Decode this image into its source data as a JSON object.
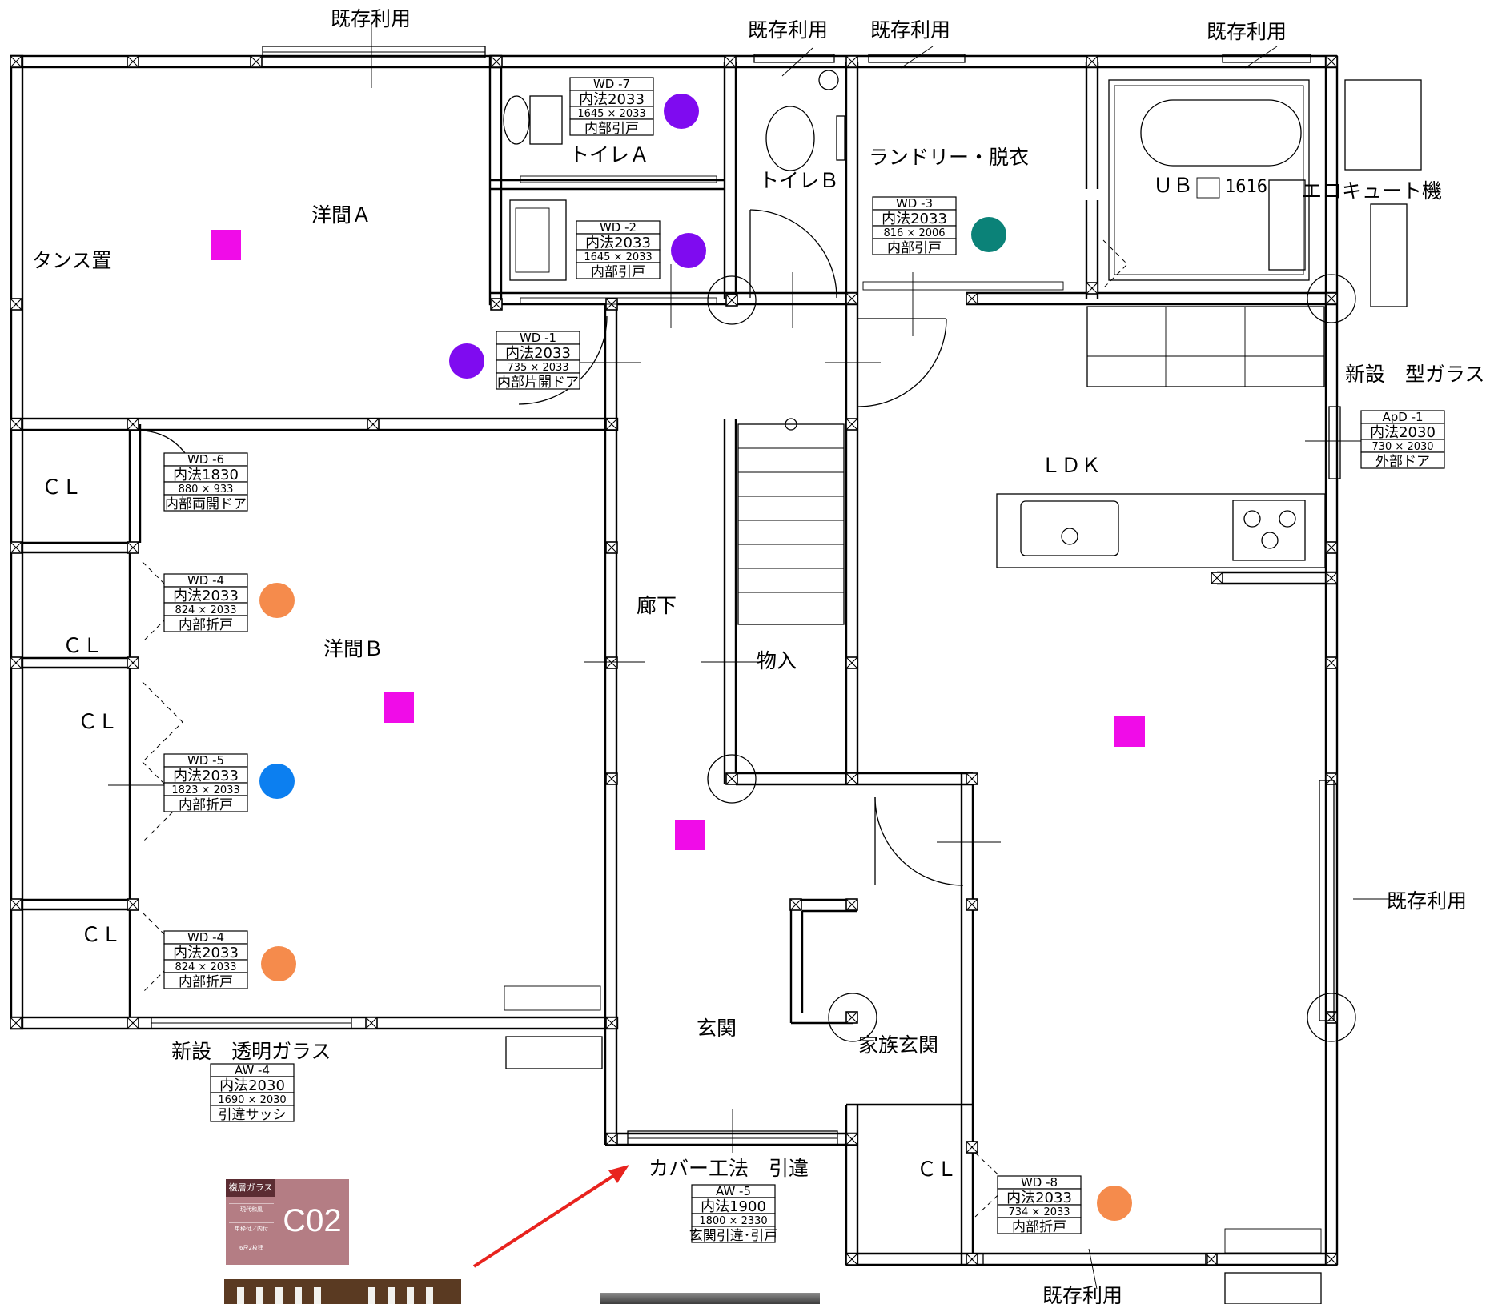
{
  "labels": {
    "existing_top_left": "既存利用",
    "existing_toilet_a": "既存利用",
    "existing_laundry": "既存利用",
    "existing_ub": "既存利用",
    "existing_right": "既存利用",
    "existing_bottom": "既存利用",
    "room_a": "洋間Ａ",
    "tansu": "タンス置",
    "toilet_a": "トイレＡ",
    "toilet_b": "トイレＢ",
    "laundry": "ランドリー・脱衣",
    "ub": "ＵＢ",
    "ub_size": "1616",
    "ecocute": "エコキュート機",
    "new_patterned_glass": "新設　型ガラス",
    "ldk": "ＬＤＫ",
    "cl_1": "ＣＬ",
    "cl_2": "ＣＬ",
    "cl_3": "ＣＬ",
    "cl_4": "ＣＬ",
    "cl_5": "ＣＬ",
    "room_b": "洋間Ｂ",
    "hallway": "廊下",
    "storage": "物入",
    "entrance": "玄関",
    "family_entrance": "家族玄関",
    "new_clear_glass": "新設　透明ガラス",
    "cover_method": "カバー工法　引違"
  },
  "tags": {
    "wd7": {
      "code": "WD -7",
      "dim": "内法2033",
      "size": "1645 × 2033",
      "type": "内部引戸"
    },
    "wd2": {
      "code": "WD -2",
      "dim": "内法2033",
      "size": "1645 × 2033",
      "type": "内部引戸"
    },
    "wd3": {
      "code": "WD -3",
      "dim": "内法2033",
      "size": "816 × 2006",
      "type": "内部引戸"
    },
    "wd1": {
      "code": "WD -1",
      "dim": "内法2033",
      "size": "735 × 2033",
      "type": "内部片開ドア"
    },
    "apd1": {
      "code": "ApD -1",
      "dim": "内法2030",
      "size": "730 × 2030",
      "type": "外部ドア"
    },
    "wd6": {
      "code": "WD -6",
      "dim": "内法1830",
      "size": "880 × 933",
      "type": "内部両開ドア"
    },
    "wd4a": {
      "code": "WD -4",
      "dim": "内法2033",
      "size": "824 × 2033",
      "type": "内部折戸"
    },
    "wd5": {
      "code": "WD -5",
      "dim": "内法2033",
      "size": "1823 × 2033",
      "type": "内部折戸"
    },
    "wd4b": {
      "code": "WD -4",
      "dim": "内法2033",
      "size": "824 × 2033",
      "type": "内部折戸"
    },
    "aw4": {
      "code": "AW -4",
      "dim": "内法2030",
      "size": "1690 × 2030",
      "type": "引違サッシ"
    },
    "aw5": {
      "code": "AW -5",
      "dim": "内法1900",
      "size": "1800 × 2330",
      "type": "玄関引違･引戸"
    },
    "wd8": {
      "code": "WD -8",
      "dim": "内法2033",
      "size": "734 × 2033",
      "type": "内部折戸"
    }
  },
  "swatch": {
    "header": "複層ガラス",
    "line1": "現代和風",
    "line2": "単枠付／内付",
    "line3": "6尺2枚建",
    "code": "C02"
  },
  "colors": {
    "magenta": "#f00ce8",
    "purple": "#7f0bf0",
    "orange": "#f58b4c",
    "teal": "#0b8278",
    "blue": "#0c7ff0",
    "arrow": "#e8231e"
  }
}
